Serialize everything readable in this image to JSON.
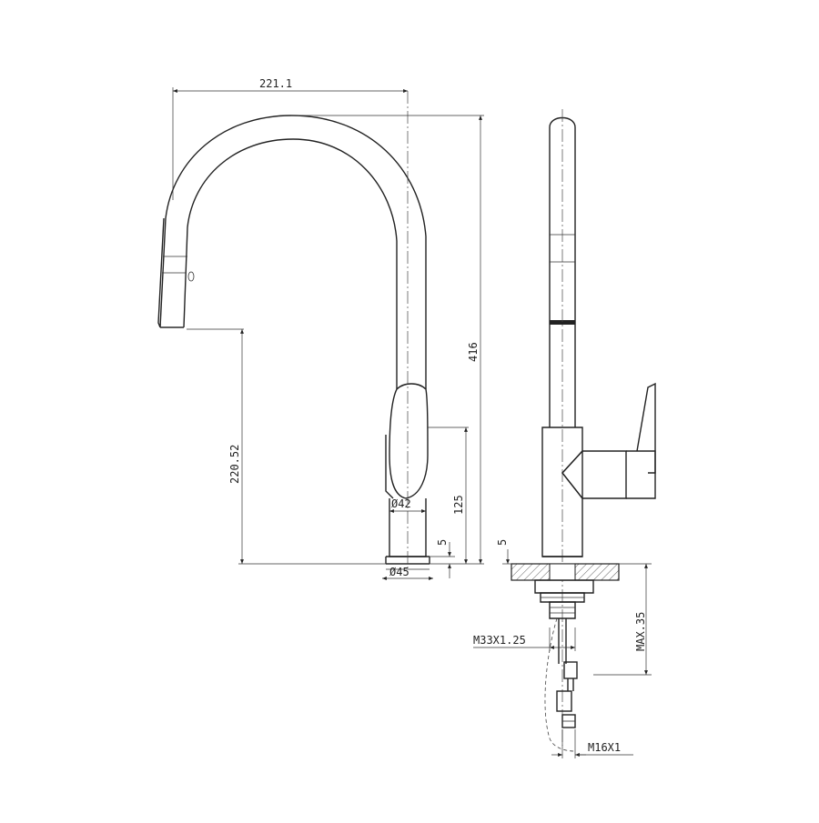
{
  "dimensions": {
    "spout_reach": "221.1",
    "total_height": "416",
    "spout_outlet_height": "220.52",
    "handle_body_height": "125",
    "base_offset_front": "5",
    "base_offset_side": "5",
    "body_diameter": "Ø42",
    "base_diameter": "Ø45",
    "max_deck_thickness": "MAX.35",
    "shank_thread": "M33X1.25",
    "hose_thread": "M16X1"
  },
  "colors": {
    "line": "#222222",
    "background": "#ffffff"
  }
}
